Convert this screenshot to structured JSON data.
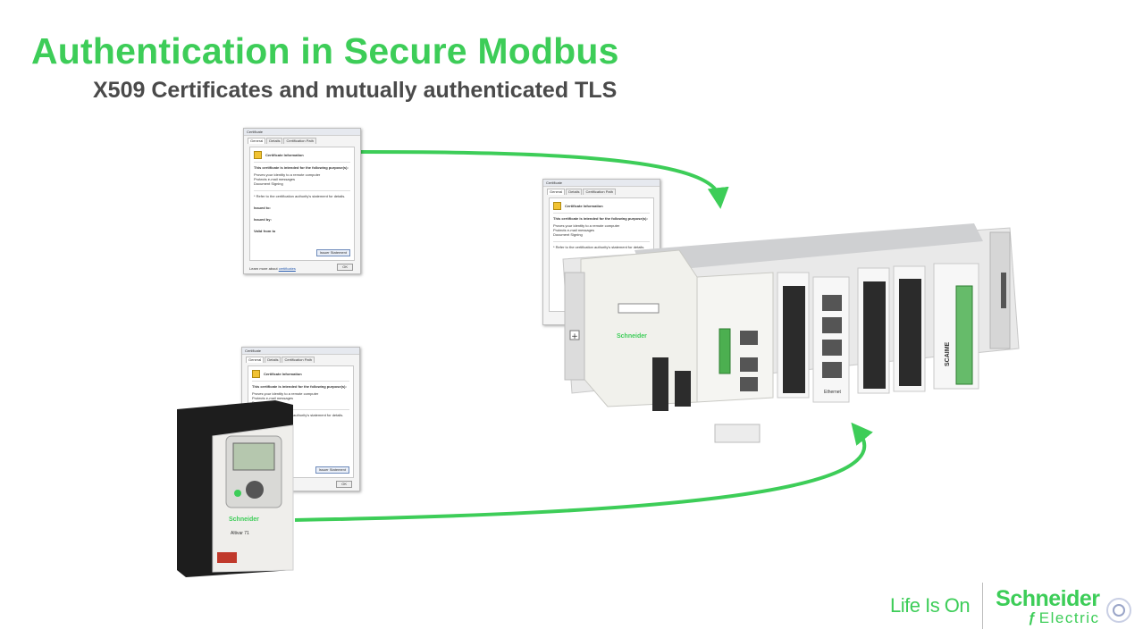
{
  "slide": {
    "title": "Authentication in Secure Modbus",
    "subtitle": "X509 Certificates and mutually authenticated TLS"
  },
  "certificate_dialog": {
    "window_title": "Certificate",
    "tabs": [
      "General",
      "Details",
      "Certification Path"
    ],
    "heading": "Certificate Information",
    "purpose_intro": "This certificate is intended for the following purpose(s):",
    "purposes": [
      "Proves your identity to a remote computer",
      "Protects e-mail messages",
      "Document Signing"
    ],
    "authority_note": "* Refer to the certification authority's statement for details.",
    "issued_to_label": "Issued to:",
    "issued_by_label": "Issued by:",
    "valid_from_label": "Valid from",
    "valid_to_label": "to",
    "issuer_statement_button": "Issuer Statement",
    "learn_more_prefix": "Learn more about",
    "learn_more_link": "certificates",
    "ok_button": "OK"
  },
  "plc": {
    "brand_label": "Schneider",
    "ethernet_label": "Ethernet",
    "module_label": "SCAIME"
  },
  "drive": {
    "brand_label": "Schneider",
    "model_label": "Altivar 71"
  },
  "branding": {
    "tagline": "Life Is On",
    "company_top": "Schneider",
    "company_bottom": "Electric"
  },
  "colors": {
    "accent": "#3dcd58",
    "subtitle_text": "#4a4a4a"
  },
  "icons": [
    "green-arrow",
    "schneider-logo-icon",
    "camera-icon"
  ]
}
